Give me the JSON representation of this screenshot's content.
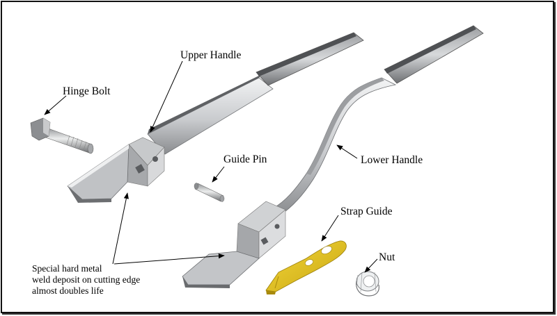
{
  "labels": {
    "upper_handle": "Upper Handle",
    "hinge_bolt": "Hinge Bolt",
    "guide_pin": "Guide Pin",
    "lower_handle": "Lower Handle",
    "strap_guide": "Strap Guide",
    "nut": "Nut",
    "note_line1": "Special hard metal",
    "note_line2": "weld deposit on cutting edge",
    "note_line3": "almost doubles life"
  },
  "colors": {
    "steel_light": "#e6e7e8",
    "steel_mid": "#b9bbbe",
    "steel_dark": "#7d7f82",
    "steel_shadow": "#55575a",
    "strap_guide": "#e2c21a",
    "strap_guide_dark": "#a88a0c"
  }
}
